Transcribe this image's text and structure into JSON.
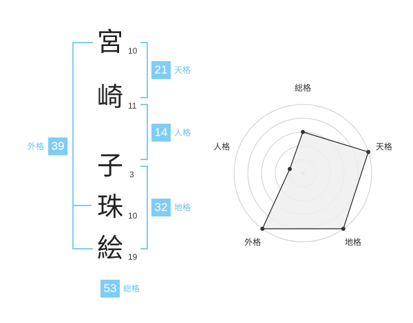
{
  "name": {
    "characters": [
      {
        "char": "宮",
        "strokes": "10"
      },
      {
        "char": "崎",
        "strokes": "11"
      },
      {
        "char": "子",
        "strokes": "3"
      },
      {
        "char": "珠",
        "strokes": "10"
      },
      {
        "char": "絵",
        "strokes": "19"
      }
    ]
  },
  "fortune": {
    "tenkaku": {
      "value": "21",
      "label": "天格"
    },
    "jinkaku": {
      "value": "14",
      "label": "人格"
    },
    "chikaku": {
      "value": "32",
      "label": "地格"
    },
    "gaikaku": {
      "value": "39",
      "label": "外格"
    },
    "soukaku": {
      "value": "53",
      "label": "総格"
    }
  },
  "chart_data": {
    "type": "radar",
    "axes": [
      "総格",
      "天格",
      "地格",
      "外格",
      "人格"
    ],
    "values": [
      3,
      5,
      5,
      5,
      1
    ],
    "max": 5,
    "rings": 5
  },
  "colors": {
    "accent": "#7ecdf5",
    "accent_text": "#6cc3ee",
    "radar_fill": "#eeeeee",
    "radar_line": "#222222",
    "grid": "#cccccc"
  }
}
